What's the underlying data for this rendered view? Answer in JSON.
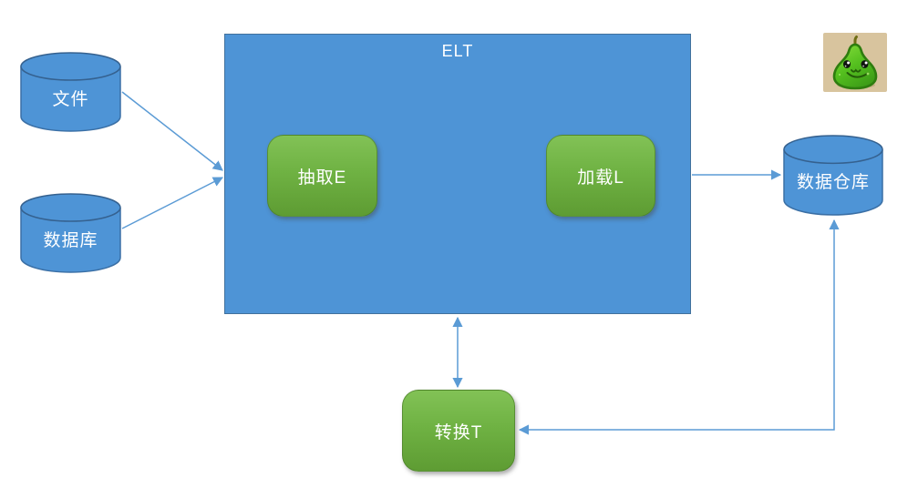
{
  "diagram": {
    "container_title": "ELT",
    "nodes": {
      "file": {
        "label": "文件",
        "shape": "cylinder"
      },
      "database": {
        "label": "数据库",
        "shape": "cylinder"
      },
      "extract": {
        "label": "抽取E",
        "shape": "rounded-rect"
      },
      "load": {
        "label": "加载L",
        "shape": "rounded-rect"
      },
      "warehouse": {
        "label": "数据仓库",
        "shape": "cylinder"
      },
      "transform": {
        "label": "转换T",
        "shape": "rounded-rect"
      }
    },
    "edges": [
      {
        "from": "文件",
        "to": "ELT",
        "arrow": "single"
      },
      {
        "from": "数据库",
        "to": "ELT",
        "arrow": "single"
      },
      {
        "from": "ELT",
        "to": "数据仓库",
        "arrow": "single"
      },
      {
        "from": "ELT",
        "to": "转换T",
        "arrow": "double"
      },
      {
        "from": "数据仓库",
        "to": "转换T",
        "arrow": "double"
      }
    ],
    "icons": {
      "pear_mascot": "pear-mascot-icon"
    },
    "colors": {
      "shape_blue": "#4E94D6",
      "shape_blue_border": "#41719C",
      "process_green_top": "#82C256",
      "process_green_bottom": "#5E9C33",
      "arrow_blue": "#5B9BD5",
      "pear_background": "#D8C49E",
      "pear_body_green": "#4FB622"
    }
  }
}
